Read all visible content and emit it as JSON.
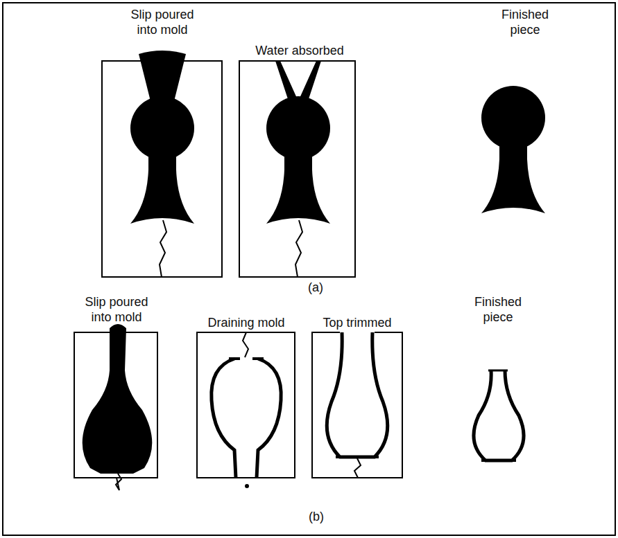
{
  "diagram": {
    "labels": [
      "Slip poured into mold",
      "Water absorbed",
      "Finished piece",
      "(a)",
      "Slip poured into mold",
      "Draining mold",
      "Top trimmed",
      "Finished piece",
      "(b)"
    ]
  }
}
